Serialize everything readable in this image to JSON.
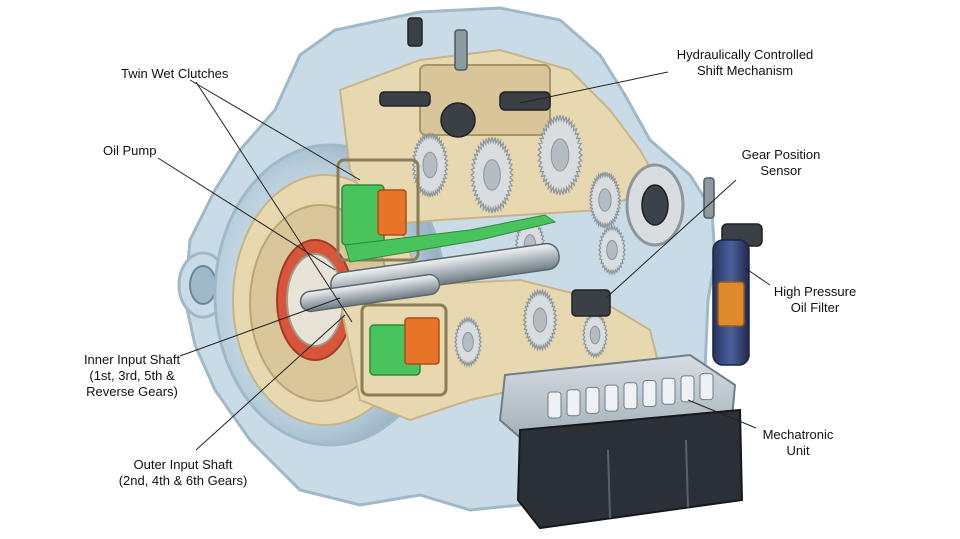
{
  "diagram": {
    "labels": {
      "twin_wet_clutches": {
        "lines": [
          "Twin Wet Clutches"
        ]
      },
      "oil_pump": {
        "lines": [
          "Oil Pump"
        ]
      },
      "inner_input_shaft": {
        "lines": [
          "Inner Input Shaft",
          "(1st, 3rd, 5th &",
          "Reverse Gears)"
        ]
      },
      "outer_input_shaft": {
        "lines": [
          "Outer Input Shaft",
          "(2nd, 4th & 6th Gears)"
        ]
      },
      "hydraulic_shift": {
        "lines": [
          "Hydraulically Controlled",
          "Shift Mechanism"
        ]
      },
      "gear_position_sensor": {
        "lines": [
          "Gear Position",
          "Sensor"
        ]
      },
      "high_pressure_oil_filter": {
        "lines": [
          "High Pressure",
          "Oil Filter"
        ]
      },
      "mechatronic_unit": {
        "lines": [
          "Mechatronic",
          "Unit"
        ]
      }
    },
    "colors": {
      "housing": "#c9dbe6",
      "housing_shade": "#9fb9c9",
      "cutaway": "#e8d8b0",
      "clutch_green": "#49c35b",
      "clutch_orange": "#e8742a",
      "gear": "#d9dde0",
      "gear_dark": "#8c969d",
      "mechatronic_dark": "#2b2f36",
      "filter_blue": "#3b4d82",
      "filter_orange": "#e08a2e",
      "leader": "#222222"
    }
  }
}
